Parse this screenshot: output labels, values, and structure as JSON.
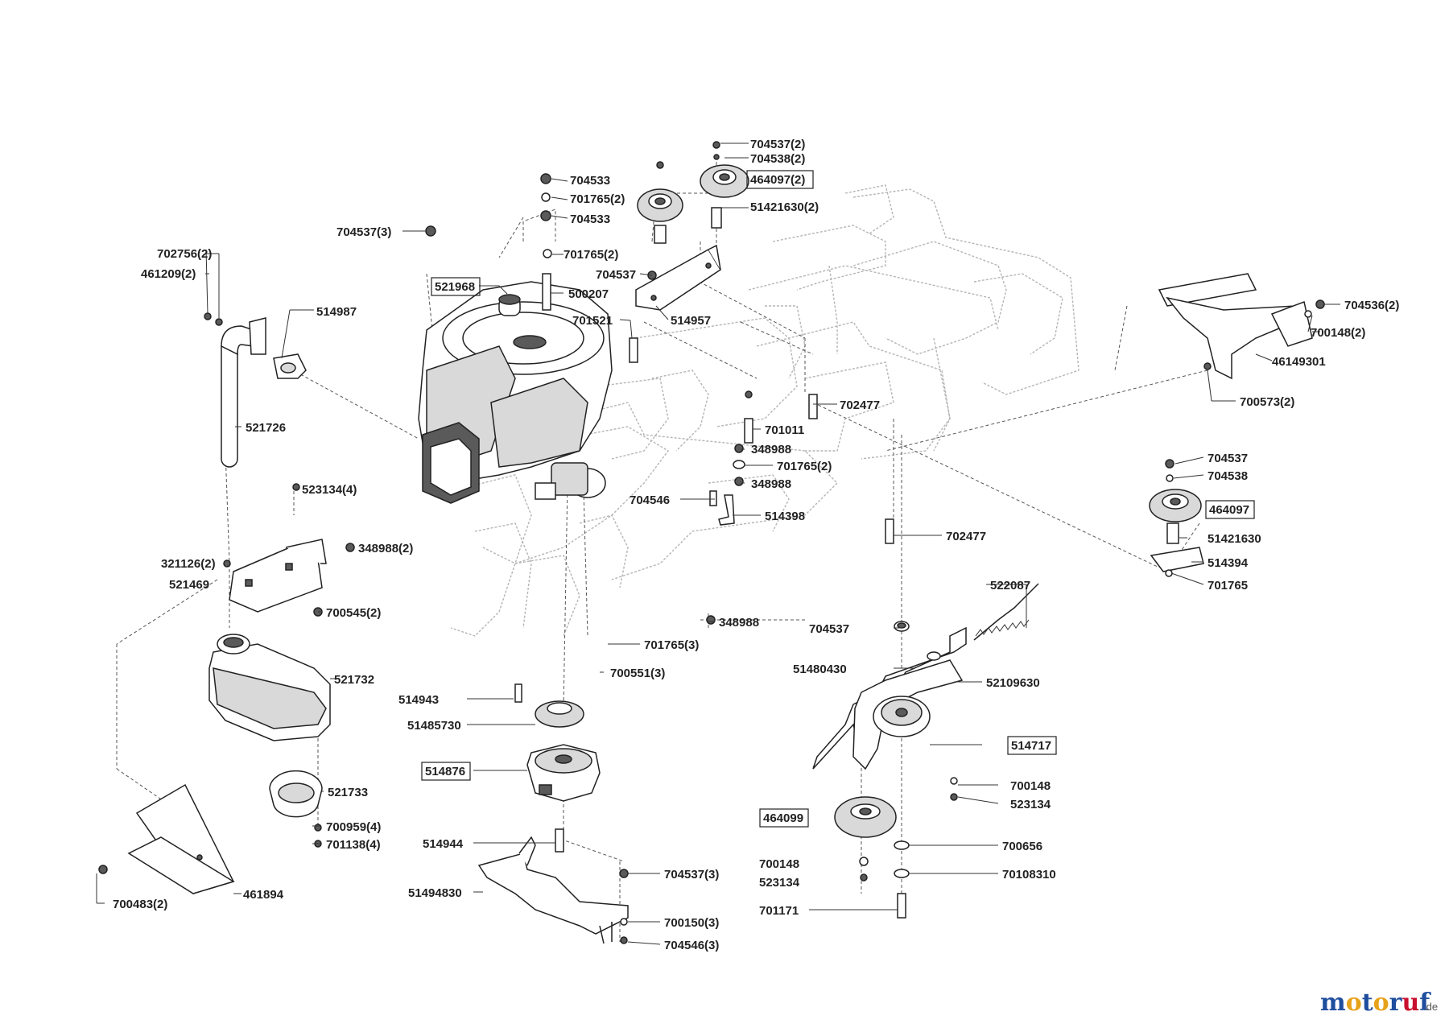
{
  "parts": [
    {
      "id": "p704537_2a",
      "text": "704537(2)",
      "boxed": false
    },
    {
      "id": "p704538_2",
      "text": "704538(2)",
      "boxed": false
    },
    {
      "id": "p464097_2",
      "text": "464097(2)",
      "boxed": true
    },
    {
      "id": "p51421630_2",
      "text": "51421630(2)",
      "boxed": false
    },
    {
      "id": "p704533a",
      "text": "704533",
      "boxed": false
    },
    {
      "id": "p701765_2a",
      "text": "701765(2)",
      "boxed": false
    },
    {
      "id": "p704533b",
      "text": "704533",
      "boxed": false
    },
    {
      "id": "p704537_3a",
      "text": "704537(3)",
      "boxed": false
    },
    {
      "id": "p701765_2b",
      "text": "701765(2)",
      "boxed": false
    },
    {
      "id": "p702756_2",
      "text": "702756(2)",
      "boxed": false
    },
    {
      "id": "p461209_2",
      "text": "461209(2)",
      "boxed": false
    },
    {
      "id": "p704537a",
      "text": "704537",
      "boxed": false
    },
    {
      "id": "p521968",
      "text": "521968",
      "boxed": true
    },
    {
      "id": "p500207",
      "text": "500207",
      "boxed": false
    },
    {
      "id": "p514987",
      "text": "514987",
      "boxed": false
    },
    {
      "id": "p514957",
      "text": "514957",
      "boxed": false
    },
    {
      "id": "p701521",
      "text": "701521",
      "boxed": false
    },
    {
      "id": "p704536_2",
      "text": "704536(2)",
      "boxed": false
    },
    {
      "id": "p700148_2",
      "text": "700148(2)",
      "boxed": false
    },
    {
      "id": "p46149301",
      "text": "46149301",
      "boxed": false
    },
    {
      "id": "p700573_2",
      "text": "700573(2)",
      "boxed": false
    },
    {
      "id": "p702477a",
      "text": "702477",
      "boxed": false
    },
    {
      "id": "p521726",
      "text": "521726",
      "boxed": false
    },
    {
      "id": "p701011",
      "text": "701011",
      "boxed": false
    },
    {
      "id": "p348988a",
      "text": "348988",
      "boxed": false
    },
    {
      "id": "p701765_2c",
      "text": "701765(2)",
      "boxed": false
    },
    {
      "id": "p348988b",
      "text": "348988",
      "boxed": false
    },
    {
      "id": "p704537b",
      "text": "704537",
      "boxed": false
    },
    {
      "id": "p704538",
      "text": "704538",
      "boxed": false
    },
    {
      "id": "p523134_4",
      "text": "523134(4)",
      "boxed": false
    },
    {
      "id": "p704546a",
      "text": "704546",
      "boxed": false
    },
    {
      "id": "p514398",
      "text": "514398",
      "boxed": false
    },
    {
      "id": "p464097",
      "text": "464097",
      "boxed": true
    },
    {
      "id": "p702477b",
      "text": "702477",
      "boxed": false
    },
    {
      "id": "p51421630",
      "text": "51421630",
      "boxed": false
    },
    {
      "id": "p348988_2",
      "text": "348988(2)",
      "boxed": false
    },
    {
      "id": "p321126_2",
      "text": "321126(2)",
      "boxed": false
    },
    {
      "id": "p514394",
      "text": "514394",
      "boxed": false
    },
    {
      "id": "p521469",
      "text": "521469",
      "boxed": false
    },
    {
      "id": "p701765",
      "text": "701765",
      "boxed": false
    },
    {
      "id": "p522087",
      "text": "522087",
      "boxed": false
    },
    {
      "id": "p700545_2",
      "text": "700545(2)",
      "boxed": false
    },
    {
      "id": "p348988c",
      "text": "348988",
      "boxed": false
    },
    {
      "id": "p704537c",
      "text": "704537",
      "boxed": false
    },
    {
      "id": "p701765_3",
      "text": "701765(3)",
      "boxed": false
    },
    {
      "id": "p700551_3",
      "text": "700551(3)",
      "boxed": false
    },
    {
      "id": "p51480430",
      "text": "51480430",
      "boxed": false
    },
    {
      "id": "p521732",
      "text": "521732",
      "boxed": false
    },
    {
      "id": "p52109630",
      "text": "52109630",
      "boxed": false
    },
    {
      "id": "p514943",
      "text": "514943",
      "boxed": false
    },
    {
      "id": "p51485730",
      "text": "51485730",
      "boxed": false
    },
    {
      "id": "p514717",
      "text": "514717",
      "boxed": true
    },
    {
      "id": "p514876",
      "text": "514876",
      "boxed": true
    },
    {
      "id": "p700148a",
      "text": "700148",
      "boxed": false
    },
    {
      "id": "p521733",
      "text": "521733",
      "boxed": false
    },
    {
      "id": "p523134a",
      "text": "523134",
      "boxed": false
    },
    {
      "id": "p464099",
      "text": "464099",
      "boxed": true
    },
    {
      "id": "p700959_4",
      "text": "700959(4)",
      "boxed": false
    },
    {
      "id": "p701138_4",
      "text": "701138(4)",
      "boxed": false
    },
    {
      "id": "p514944",
      "text": "514944",
      "boxed": false
    },
    {
      "id": "p700656",
      "text": "700656",
      "boxed": false
    },
    {
      "id": "p700148b",
      "text": "700148",
      "boxed": false
    },
    {
      "id": "p704537_3b",
      "text": "704537(3)",
      "boxed": false
    },
    {
      "id": "p70108310",
      "text": "70108310",
      "boxed": false
    },
    {
      "id": "p523134b",
      "text": "523134",
      "boxed": false
    },
    {
      "id": "p461894",
      "text": "461894",
      "boxed": false
    },
    {
      "id": "p51494830",
      "text": "51494830",
      "boxed": false
    },
    {
      "id": "p700483_2",
      "text": "700483(2)",
      "boxed": false
    },
    {
      "id": "p701171",
      "text": "701171",
      "boxed": false
    },
    {
      "id": "p700150_3",
      "text": "700150(3)",
      "boxed": false
    },
    {
      "id": "p704546_3",
      "text": "704546(3)",
      "boxed": false
    }
  ],
  "watermark": {
    "letters": [
      "m",
      "o",
      "t",
      "o",
      "r",
      "u",
      "f"
    ],
    "colors": [
      "#1f4e9e",
      "#e6a21a",
      "#1f4e9e",
      "#e6a21a",
      "#1f4e9e",
      "#c8102e",
      "#1f4e9e"
    ],
    "suffix": ".de"
  }
}
